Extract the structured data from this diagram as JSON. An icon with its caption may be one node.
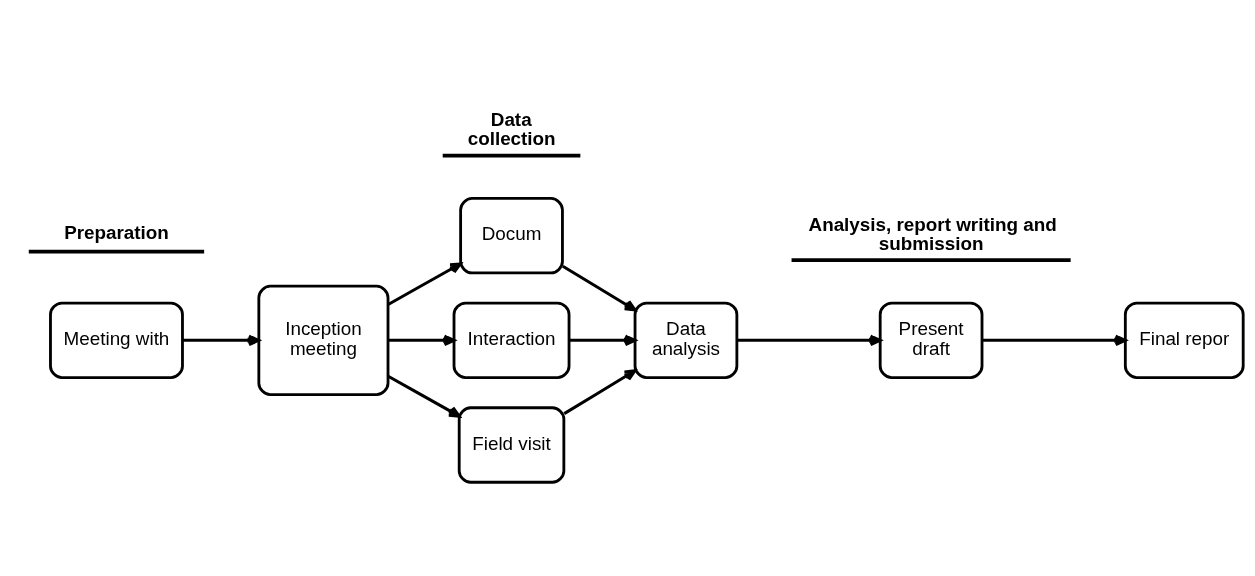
{
  "diagram": {
    "nodes": [
      {
        "text": [
          "Meeting with"
        ]
      },
      {
        "text": [
          "Inception meeting"
        ]
      },
      {
        "text": [
          "Docum"
        ]
      },
      {
        "text": [
          "Interaction"
        ]
      },
      {
        "text": [
          "Field visit"
        ]
      },
      {
        "text": [
          "Data analysis"
        ]
      },
      {
        "text": [
          "Present draft"
        ]
      },
      {
        "text": [
          "Final repor"
        ]
      }
    ],
    "edges": [
      {
        "from": 0,
        "to": 1,
        "arrow": "to"
      },
      {
        "from": 1,
        "to": 2,
        "arrow": "to"
      },
      {
        "from": 1,
        "to": 3,
        "arrow": "to"
      },
      {
        "from": 1,
        "to": 4,
        "arrow": "to"
      },
      {
        "from": 2,
        "to": 5,
        "arrow": "to"
      },
      {
        "from": 3,
        "to": 5,
        "arrow": "to"
      },
      {
        "from": 4,
        "to": 5,
        "arrow": "to"
      },
      {
        "from": 5,
        "to": 6,
        "arrow": "to"
      },
      {
        "from": 6,
        "to": 7,
        "arrow": "to"
      }
    ],
    "labels": [
      "Preparation",
      "Data collection",
      "Analysis, report writing and submission"
    ]
  }
}
